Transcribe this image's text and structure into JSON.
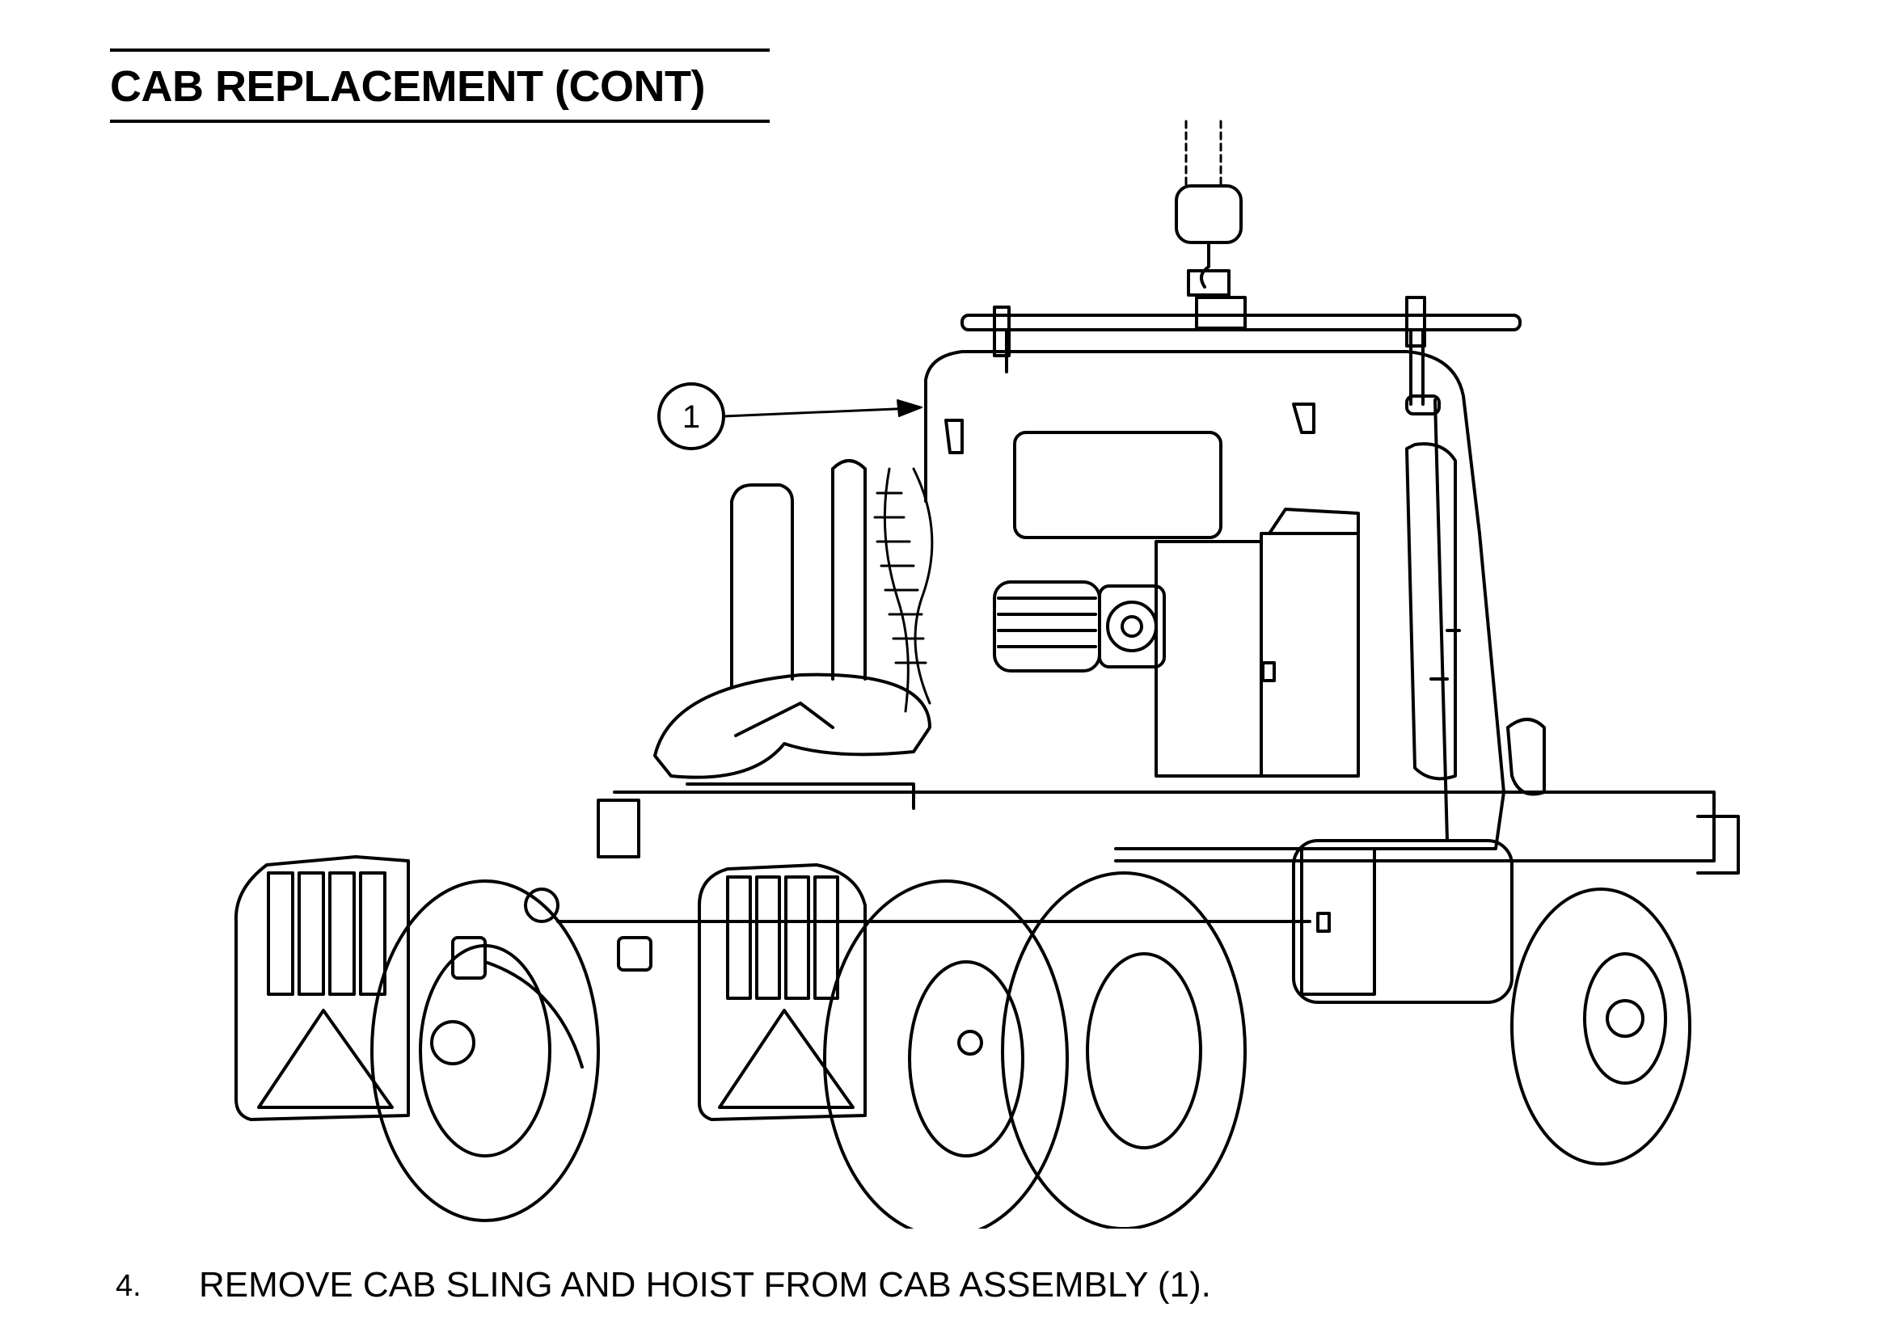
{
  "page": {
    "title": "CAB REPLACEMENT (CONT)"
  },
  "figure": {
    "callouts": [
      {
        "label": "1"
      }
    ]
  },
  "steps": [
    {
      "number": "4.",
      "text": "REMOVE CAB SLING AND HOIST FROM CAB ASSEMBLY (1)."
    }
  ],
  "colors": {
    "ink": "#000000",
    "paper": "#ffffff"
  }
}
